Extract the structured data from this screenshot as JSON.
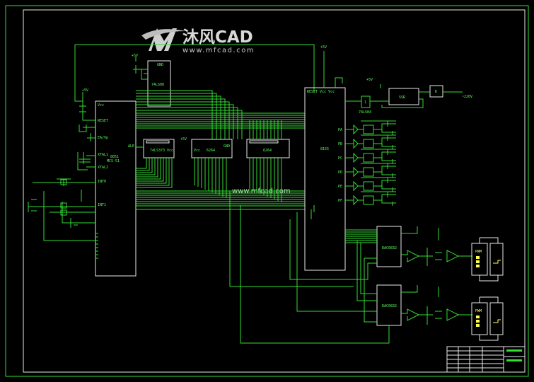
{
  "watermark": {
    "brand_cn": "沐风CAD",
    "brand_url": "www.mfcad.com",
    "center_url": "www.mfcad.com"
  },
  "mcu": {
    "name": "8051",
    "part": "MCS-51"
  },
  "decoder_top": {
    "name": "74LS08",
    "pin_label": "GND"
  },
  "latch": {
    "name": "74LS373",
    "pin_label": "Vcc"
  },
  "ram1": {
    "name": "6264"
  },
  "ram2": {
    "name": "6264",
    "pin_label": "GND"
  },
  "chip8155": {
    "name": "8155",
    "pins": "RESET Vcc Vcc"
  },
  "inverter": {
    "label": "1",
    "part": "74LS04"
  },
  "ssr": {
    "label": "SSR"
  },
  "relay": {
    "label": "K"
  },
  "power": {
    "plus5v": "+5V",
    "ac220": "~220V"
  },
  "dac1": {
    "name": "DAC0832"
  },
  "dac2": {
    "name": "DAC0832"
  },
  "pwm1": {
    "label": "PWM"
  },
  "pwm2": {
    "label": "PWM"
  },
  "mcu_pins": {
    "vcc": "Vcc",
    "reset": "RESET",
    "ea": "EA/Vp",
    "x1": "XTAL1",
    "x2": "XTAL2",
    "int0": "INT0",
    "int1": "INT1",
    "ale": "ALE"
  },
  "ports": [
    "PA",
    "PB",
    "PC",
    "PD",
    "PE",
    "PF"
  ],
  "colors": {
    "wire": "#33dd33",
    "frame": "#e8e8e8",
    "text": "#5aff5a",
    "accent": "#ffff55"
  }
}
